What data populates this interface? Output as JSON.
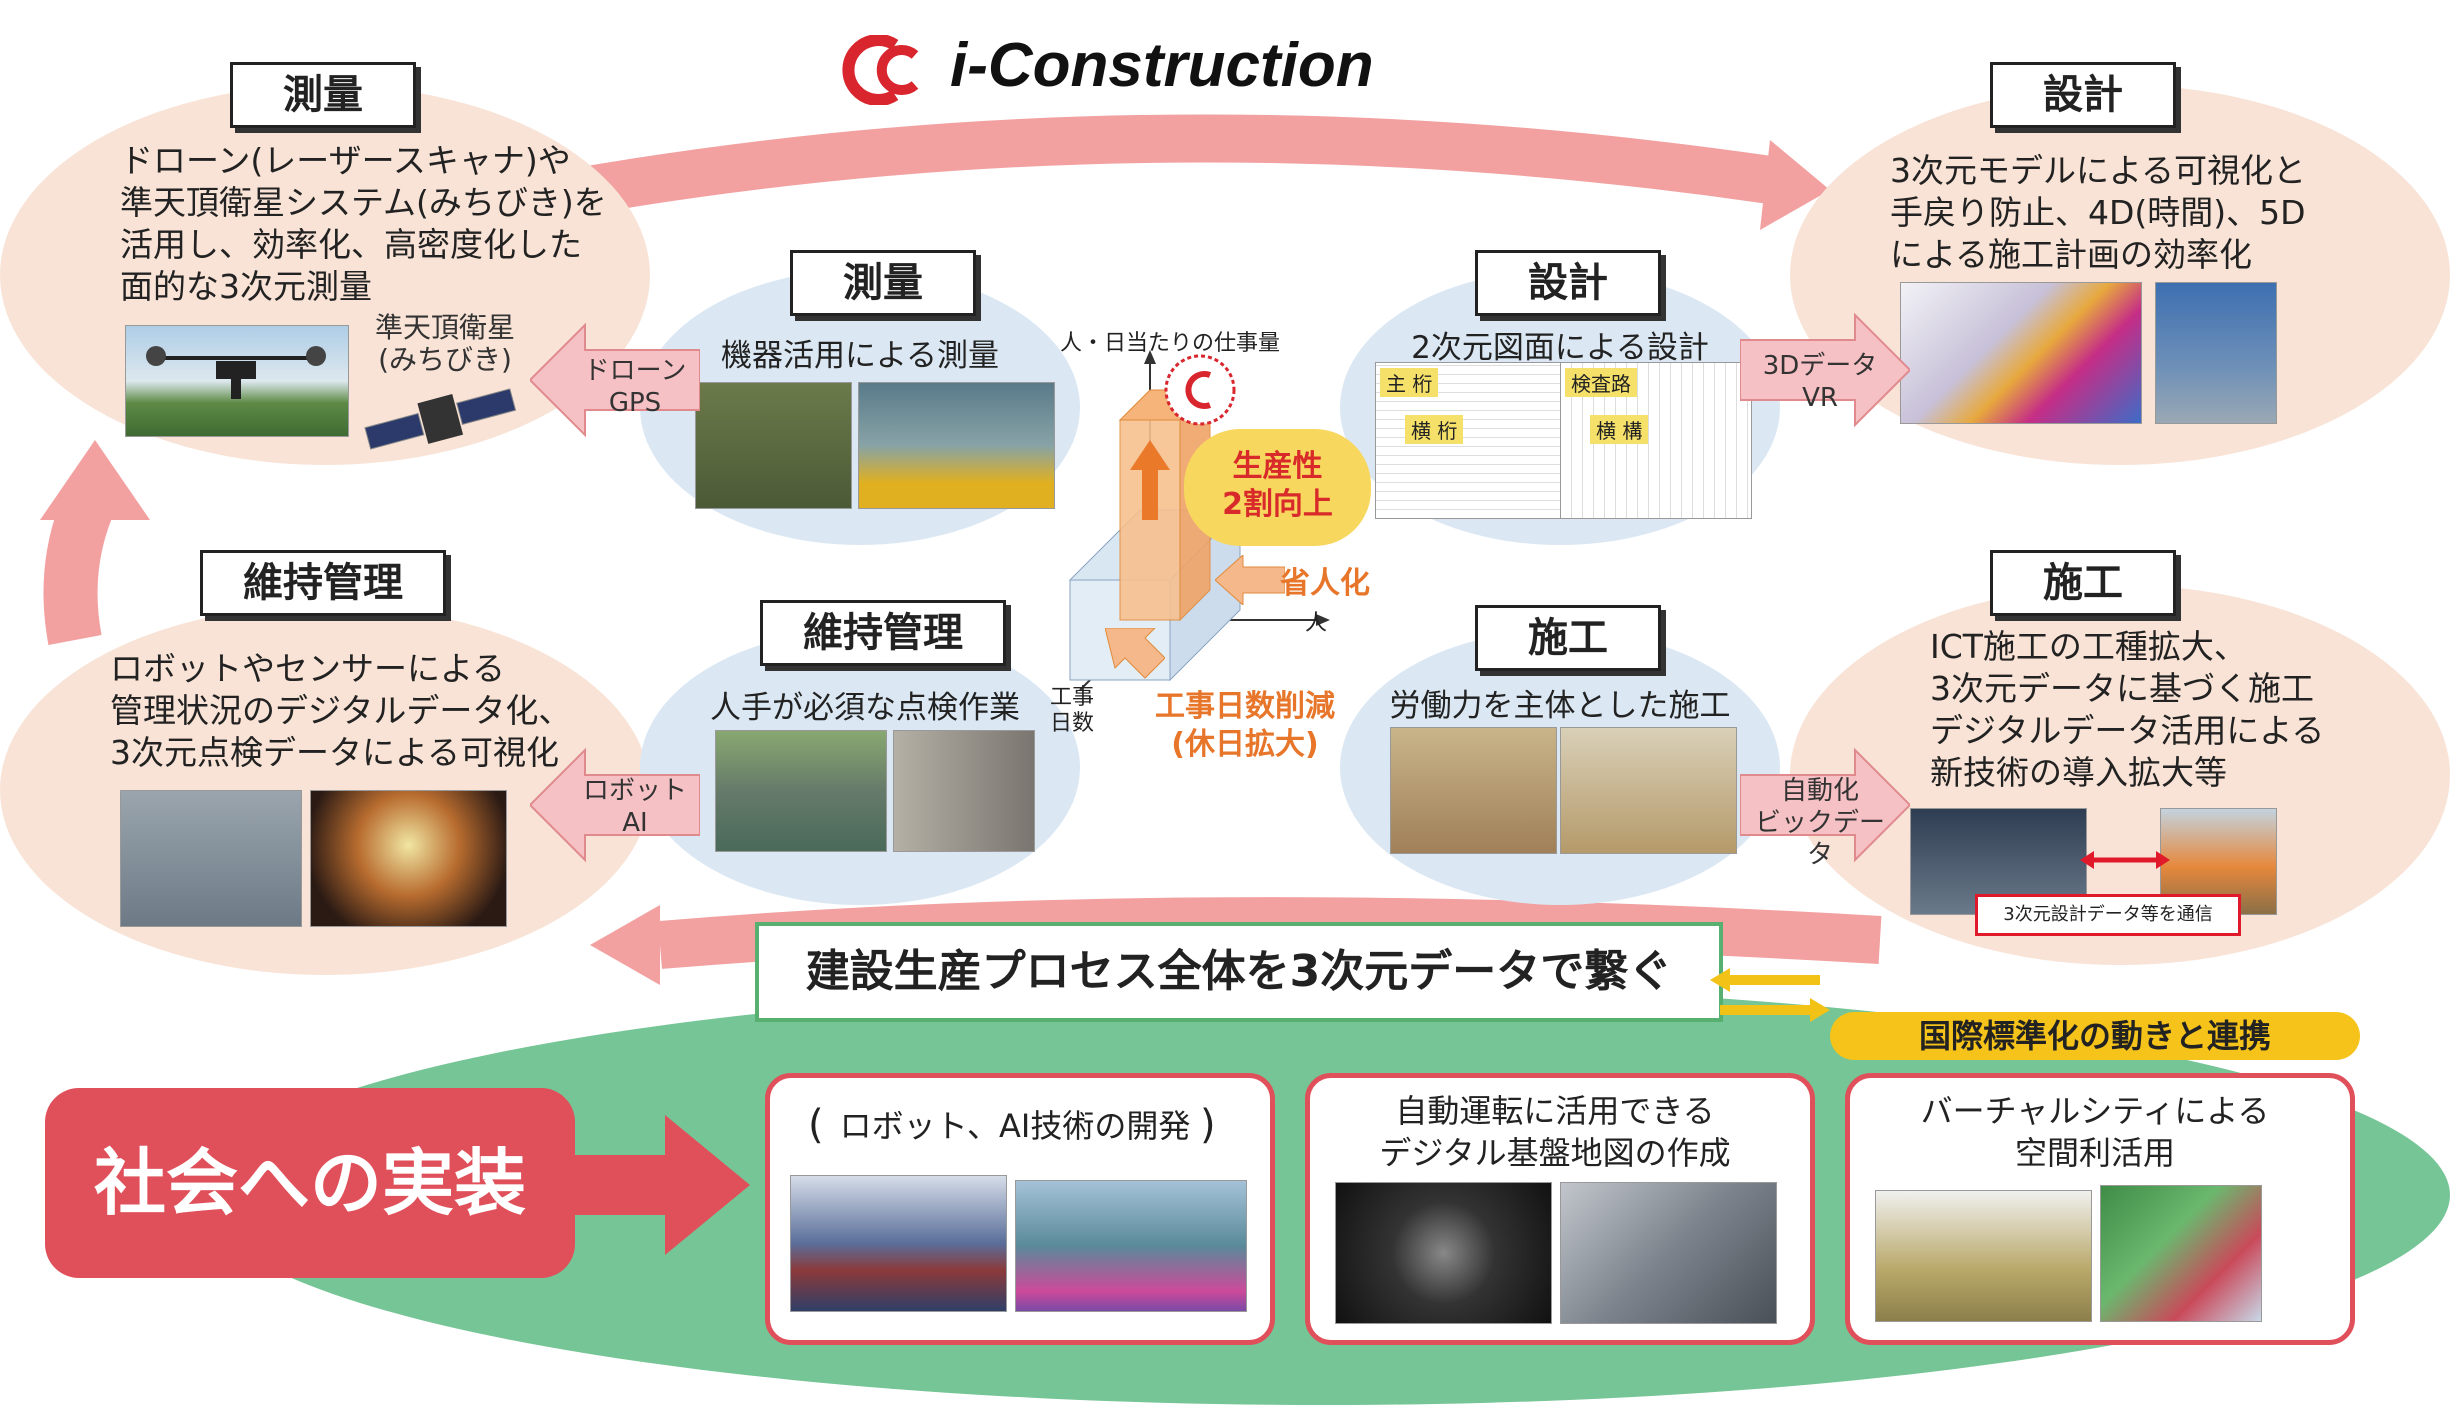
{
  "logo": {
    "brand": "i-Construction"
  },
  "outer": {
    "survey": {
      "tag": "測量",
      "lines": [
        "ドローン(レーザースキャナ)や",
        "準天頂衛星システム(みちびき)を",
        "活用し、効率化、高密度化した",
        "面的な3次元測量"
      ],
      "satellite": [
        "準天頂衛星",
        "(みちびき)"
      ]
    },
    "design": {
      "tag": "設計",
      "lines": [
        "3次元モデルによる可視化と",
        "手戻り防止、4D(時間)、5D",
        "による施工計画の効率化"
      ]
    },
    "maint": {
      "tag": "維持管理",
      "lines": [
        "ロボットやセンサーによる",
        "管理状況のデジタルデータ化、",
        "3次元点検データによる可視化"
      ]
    },
    "constr": {
      "tag": "施工",
      "lines": [
        "ICT施工の工種拡大、",
        "3次元データに基づく施工",
        "デジタルデータ活用による",
        "新技術の導入拡大等"
      ],
      "comm": "3次元設計データ等を通信"
    }
  },
  "inner": {
    "survey": {
      "tag": "測量",
      "caption": "機器活用による測量"
    },
    "design": {
      "tag": "設計",
      "caption": "2次元図面による設計",
      "drawing_labels": [
        "主 桁",
        "横 桁",
        "検査路",
        "横 構"
      ]
    },
    "maint": {
      "tag": "維持管理",
      "caption": "人手が必須な点検作業"
    },
    "constr": {
      "tag": "施工",
      "caption": "労働力を主体とした施工"
    }
  },
  "connector_arrows": {
    "survey": [
      "ドローン",
      "GPS"
    ],
    "design": [
      "3Dデータ",
      "VR"
    ],
    "maint": [
      "ロボット",
      "AI"
    ],
    "constr": [
      "自動化",
      "ビックデータ"
    ]
  },
  "chart": {
    "y_axis": "人・日当たりの仕事量",
    "x_axis": "人",
    "z_axis": [
      "工事",
      "日数"
    ],
    "productivity": [
      "生産性",
      "2割向上"
    ],
    "labor_saving": "省人化",
    "days_reduction": [
      "工事日数削減",
      "(休日拡大)"
    ]
  },
  "center_banner": "建設生産プロセス全体を3次元データで繋ぐ",
  "intl_banner": "国際標準化の動きと連携",
  "society": {
    "label": "社会への実装",
    "boxes": [
      {
        "lines": [
          "ロボット、AI技術の開発"
        ]
      },
      {
        "lines": [
          "自動運転に活用できる",
          "デジタル基盤地図の作成"
        ]
      },
      {
        "lines": [
          "バーチャルシティによる",
          "空間利活用"
        ]
      }
    ]
  },
  "colors": {
    "peach": "#f8e3d6",
    "blue": "#dbe8f3",
    "pink_arrow": "#f2a0a0",
    "green": "#6cc08f",
    "red": "#e0505a",
    "orange": "#f39a44",
    "yellow": "#f2c316"
  }
}
